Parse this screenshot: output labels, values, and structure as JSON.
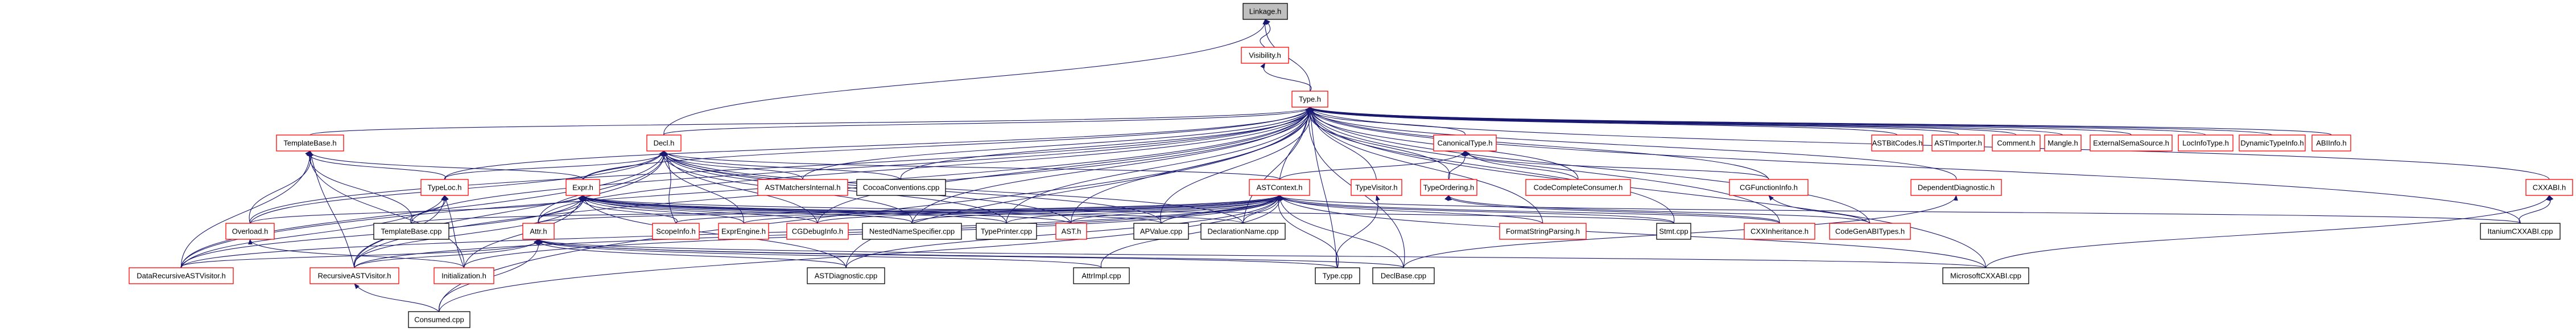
{
  "graph_title": "Linkage.h include dependency graph",
  "colors": {
    "edge": "#191970",
    "arrow": "#191970",
    "focus_fill": "#bfbfbf",
    "focus_border": "#000000",
    "header_border": "#ff0000",
    "source_border": "#000000"
  },
  "nodes": [
    {
      "id": "linkage",
      "label": "Linkage.h",
      "kind": "focus"
    },
    {
      "id": "visibility",
      "label": "Visibility.h",
      "kind": "header"
    },
    {
      "id": "type",
      "label": "Type.h",
      "kind": "header"
    },
    {
      "id": "templatebase",
      "label": "TemplateBase.h",
      "kind": "header"
    },
    {
      "id": "decl",
      "label": "Decl.h",
      "kind": "header"
    },
    {
      "id": "canonicaltype",
      "label": "CanonicalType.h",
      "kind": "header"
    },
    {
      "id": "astbitcodes",
      "label": "ASTBitCodes.h",
      "kind": "header"
    },
    {
      "id": "astimporter",
      "label": "ASTImporter.h",
      "kind": "header"
    },
    {
      "id": "comment",
      "label": "Comment.h",
      "kind": "header"
    },
    {
      "id": "mangle",
      "label": "Mangle.h",
      "kind": "header"
    },
    {
      "id": "externalsemasource",
      "label": "ExternalSemaSource.h",
      "kind": "header"
    },
    {
      "id": "locinfotype",
      "label": "LocInfoType.h",
      "kind": "header"
    },
    {
      "id": "dynamictypeinfo",
      "label": "DynamicTypeInfo.h",
      "kind": "header"
    },
    {
      "id": "abiinfo",
      "label": "ABIInfo.h",
      "kind": "header"
    },
    {
      "id": "typeloc",
      "label": "TypeLoc.h",
      "kind": "header"
    },
    {
      "id": "expr",
      "label": "Expr.h",
      "kind": "header"
    },
    {
      "id": "astmatchersinternal",
      "label": "ASTMatchersInternal.h",
      "kind": "header"
    },
    {
      "id": "cocoaconventions",
      "label": "CocoaConventions.cpp",
      "kind": "source"
    },
    {
      "id": "astcontext",
      "label": "ASTContext.h",
      "kind": "header"
    },
    {
      "id": "typevisitor",
      "label": "TypeVisitor.h",
      "kind": "header"
    },
    {
      "id": "typeordering",
      "label": "TypeOrdering.h",
      "kind": "header"
    },
    {
      "id": "codecompleteconsumer",
      "label": "CodeCompleteConsumer.h",
      "kind": "header"
    },
    {
      "id": "cgfunctioninfo",
      "label": "CGFunctionInfo.h",
      "kind": "header"
    },
    {
      "id": "dependentdiagnostic",
      "label": "DependentDiagnostic.h",
      "kind": "header"
    },
    {
      "id": "cxxabi",
      "label": "CXXABI.h",
      "kind": "header"
    },
    {
      "id": "overload",
      "label": "Overload.h",
      "kind": "header"
    },
    {
      "id": "templatebasecpp",
      "label": "TemplateBase.cpp",
      "kind": "source"
    },
    {
      "id": "attr",
      "label": "Attr.h",
      "kind": "header"
    },
    {
      "id": "scopeinfo",
      "label": "ScopeInfo.h",
      "kind": "header"
    },
    {
      "id": "exprengine",
      "label": "ExprEngine.h",
      "kind": "header"
    },
    {
      "id": "cgdebuginfo",
      "label": "CGDebugInfo.h",
      "kind": "header"
    },
    {
      "id": "nestednamespecifier",
      "label": "NestedNameSpecifier.cpp",
      "kind": "source"
    },
    {
      "id": "typeprinter",
      "label": "TypePrinter.cpp",
      "kind": "source"
    },
    {
      "id": "ast",
      "label": "AST.h",
      "kind": "header"
    },
    {
      "id": "apvalue",
      "label": "APValue.cpp",
      "kind": "source"
    },
    {
      "id": "declarationname",
      "label": "DeclarationName.cpp",
      "kind": "source"
    },
    {
      "id": "formatstringparsing",
      "label": "FormatStringParsing.h",
      "kind": "header"
    },
    {
      "id": "stmt",
      "label": "Stmt.cpp",
      "kind": "source"
    },
    {
      "id": "cxxinheritance",
      "label": "CXXInheritance.h",
      "kind": "header"
    },
    {
      "id": "codegenabitypes",
      "label": "CodeGenABITypes.h",
      "kind": "header"
    },
    {
      "id": "itaniumcxxabi",
      "label": "ItaniumCXXABI.cpp",
      "kind": "source"
    },
    {
      "id": "datarecursiveastvisitor",
      "label": "DataRecursiveASTVisitor.h",
      "kind": "header"
    },
    {
      "id": "recursiveastvisitor",
      "label": "RecursiveASTVisitor.h",
      "kind": "header"
    },
    {
      "id": "initialization",
      "label": "Initialization.h",
      "kind": "header"
    },
    {
      "id": "astdiagnostic",
      "label": "ASTDiagnostic.cpp",
      "kind": "source"
    },
    {
      "id": "attrimpl",
      "label": "AttrImpl.cpp",
      "kind": "source"
    },
    {
      "id": "typecpp",
      "label": "Type.cpp",
      "kind": "source"
    },
    {
      "id": "declbase",
      "label": "DeclBase.cpp",
      "kind": "source"
    },
    {
      "id": "microsoftcxxabi",
      "label": "MicrosoftCXXABI.cpp",
      "kind": "source"
    },
    {
      "id": "consumed",
      "label": "Consumed.cpp",
      "kind": "source"
    }
  ],
  "edges": [
    [
      "visibility",
      "linkage"
    ],
    [
      "type",
      "linkage"
    ],
    [
      "decl",
      "linkage"
    ],
    [
      "type",
      "visibility"
    ],
    [
      "templatebase",
      "type"
    ],
    [
      "decl",
      "type"
    ],
    [
      "canonicaltype",
      "type"
    ],
    [
      "astbitcodes",
      "type"
    ],
    [
      "astimporter",
      "type"
    ],
    [
      "comment",
      "type"
    ],
    [
      "mangle",
      "type"
    ],
    [
      "externalsemasource",
      "type"
    ],
    [
      "locinfotype",
      "type"
    ],
    [
      "dynamictypeinfo",
      "type"
    ],
    [
      "abiinfo",
      "type"
    ],
    [
      "typeloc",
      "type"
    ],
    [
      "expr",
      "type"
    ],
    [
      "astmatchersinternal",
      "type"
    ],
    [
      "cocoaconventions",
      "type"
    ],
    [
      "astcontext",
      "type"
    ],
    [
      "typevisitor",
      "type"
    ],
    [
      "typeordering",
      "type"
    ],
    [
      "codecompleteconsumer",
      "type"
    ],
    [
      "cgfunctioninfo",
      "type"
    ],
    [
      "dependentdiagnostic",
      "type"
    ],
    [
      "cxxabi",
      "type"
    ],
    [
      "overload",
      "type"
    ],
    [
      "templatebasecpp",
      "type"
    ],
    [
      "attr",
      "type"
    ],
    [
      "nestednamespecifier",
      "type"
    ],
    [
      "typeprinter",
      "type"
    ],
    [
      "apvalue",
      "type"
    ],
    [
      "declarationname",
      "type"
    ],
    [
      "formatstringparsing",
      "type"
    ],
    [
      "stmt",
      "type"
    ],
    [
      "cxxinheritance",
      "type"
    ],
    [
      "codegenabitypes",
      "type"
    ],
    [
      "itaniumcxxabi",
      "type"
    ],
    [
      "datarecursiveastvisitor",
      "type"
    ],
    [
      "recursiveastvisitor",
      "type"
    ],
    [
      "astdiagnostic",
      "type"
    ],
    [
      "typecpp",
      "type"
    ],
    [
      "declbase",
      "type"
    ],
    [
      "microsoftcxxabi",
      "type"
    ],
    [
      "consumed",
      "type"
    ],
    [
      "cgdebuginfo",
      "type"
    ],
    [
      "ast",
      "type"
    ],
    [
      "typeloc",
      "templatebase"
    ],
    [
      "expr",
      "templatebase"
    ],
    [
      "overload",
      "templatebase"
    ],
    [
      "templatebasecpp",
      "templatebase"
    ],
    [
      "datarecursiveastvisitor",
      "templatebase"
    ],
    [
      "recursiveastvisitor",
      "templatebase"
    ],
    [
      "initialization",
      "templatebase"
    ],
    [
      "typeloc",
      "decl"
    ],
    [
      "expr",
      "decl"
    ],
    [
      "astmatchersinternal",
      "decl"
    ],
    [
      "cocoaconventions",
      "decl"
    ],
    [
      "astcontext",
      "decl"
    ],
    [
      "attr",
      "decl"
    ],
    [
      "scopeinfo",
      "decl"
    ],
    [
      "exprengine",
      "decl"
    ],
    [
      "cgdebuginfo",
      "decl"
    ],
    [
      "nestednamespecifier",
      "decl"
    ],
    [
      "typeprinter",
      "decl"
    ],
    [
      "ast",
      "decl"
    ],
    [
      "apvalue",
      "decl"
    ],
    [
      "declarationname",
      "decl"
    ],
    [
      "overload",
      "decl"
    ],
    [
      "datarecursiveastvisitor",
      "decl"
    ],
    [
      "recursiveastvisitor",
      "decl"
    ],
    [
      "astcontext",
      "canonicaltype"
    ],
    [
      "typeordering",
      "canonicaltype"
    ],
    [
      "codecompleteconsumer",
      "canonicaltype"
    ],
    [
      "cgfunctioninfo",
      "canonicaltype"
    ],
    [
      "templatebasecpp",
      "typeloc"
    ],
    [
      "datarecursiveastvisitor",
      "typeloc"
    ],
    [
      "recursiveastvisitor",
      "typeloc"
    ],
    [
      "initialization",
      "typeloc"
    ],
    [
      "overload",
      "expr"
    ],
    [
      "attr",
      "expr"
    ],
    [
      "scopeinfo",
      "expr"
    ],
    [
      "exprengine",
      "expr"
    ],
    [
      "cgdebuginfo",
      "expr"
    ],
    [
      "nestednamespecifier",
      "expr"
    ],
    [
      "typeprinter",
      "expr"
    ],
    [
      "ast",
      "expr"
    ],
    [
      "apvalue",
      "expr"
    ],
    [
      "declarationname",
      "expr"
    ],
    [
      "stmt",
      "expr"
    ],
    [
      "datarecursiveastvisitor",
      "expr"
    ],
    [
      "recursiveastvisitor",
      "expr"
    ],
    [
      "initialization",
      "expr"
    ],
    [
      "astdiagnostic",
      "expr"
    ],
    [
      "templatebasecpp",
      "astcontext"
    ],
    [
      "attr",
      "astcontext"
    ],
    [
      "scopeinfo",
      "astcontext"
    ],
    [
      "exprengine",
      "astcontext"
    ],
    [
      "cgdebuginfo",
      "astcontext"
    ],
    [
      "nestednamespecifier",
      "astcontext"
    ],
    [
      "typeprinter",
      "astcontext"
    ],
    [
      "ast",
      "astcontext"
    ],
    [
      "apvalue",
      "astcontext"
    ],
    [
      "declarationname",
      "astcontext"
    ],
    [
      "formatstringparsing",
      "astcontext"
    ],
    [
      "stmt",
      "astcontext"
    ],
    [
      "cxxinheritance",
      "astcontext"
    ],
    [
      "itaniumcxxabi",
      "astcontext"
    ],
    [
      "astdiagnostic",
      "astcontext"
    ],
    [
      "attrimpl",
      "astcontext"
    ],
    [
      "typecpp",
      "astcontext"
    ],
    [
      "declbase",
      "astcontext"
    ],
    [
      "microsoftcxxabi",
      "astcontext"
    ],
    [
      "consumed",
      "astcontext"
    ],
    [
      "initialization",
      "astcontext"
    ],
    [
      "recursiveastvisitor",
      "astcontext"
    ],
    [
      "datarecursiveastvisitor",
      "astcontext"
    ],
    [
      "typecpp",
      "typevisitor"
    ],
    [
      "cxxinheritance",
      "typeordering"
    ],
    [
      "codegenabitypes",
      "typeordering"
    ],
    [
      "codegenabitypes",
      "cgfunctioninfo"
    ],
    [
      "declbase",
      "dependentdiagnostic"
    ],
    [
      "itaniumcxxabi",
      "cxxabi"
    ],
    [
      "microsoftcxxabi",
      "cxxabi"
    ],
    [
      "initialization",
      "overload"
    ],
    [
      "datarecursiveastvisitor",
      "attr"
    ],
    [
      "recursiveastvisitor",
      "attr"
    ],
    [
      "consumed",
      "attr"
    ],
    [
      "astdiagnostic",
      "attr"
    ],
    [
      "attrimpl",
      "attr"
    ],
    [
      "typecpp",
      "attr"
    ],
    [
      "declbase",
      "attr"
    ],
    [
      "microsoftcxxabi",
      "attr"
    ],
    [
      "consumed",
      "recursiveastvisitor"
    ]
  ]
}
